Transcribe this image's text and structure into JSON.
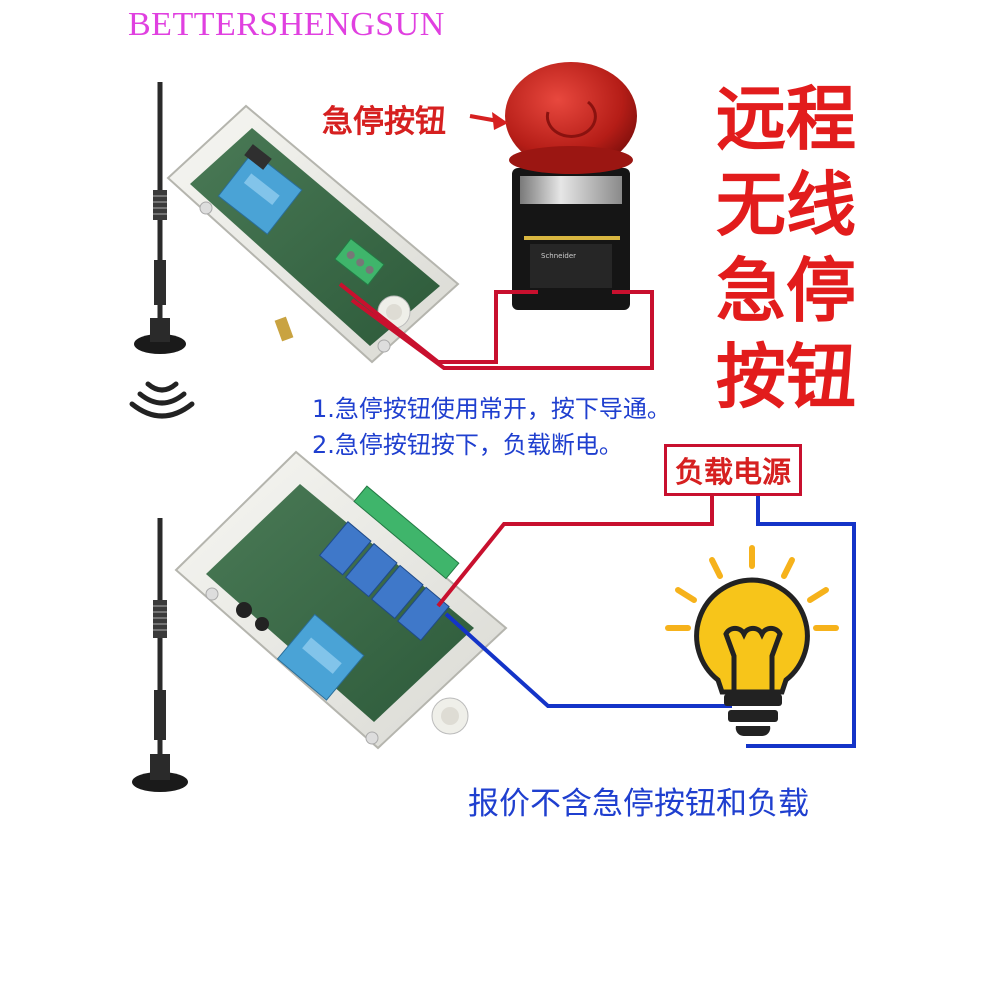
{
  "brand": "BETTERSHENGSUN",
  "estop_label": "急停按钮",
  "title_chars": [
    "远程",
    "无线",
    "急停",
    "按钮"
  ],
  "notes": [
    "1.急停按钮使用常开，按下导通。",
    "2.急停按钮按下，负载断电。"
  ],
  "load_power_label": "负载电源",
  "price_note": "报价不含急停按钮和负载",
  "colors": {
    "brand": "#e040e0",
    "title_red": "#e21c1c",
    "label_red": "#d62020",
    "note_blue": "#1f3fcf",
    "wire_red": "#c8102e",
    "wire_blue": "#1434c8",
    "bulb_yellow": "#f7c51a",
    "rays": "#f6b21b"
  },
  "icons": [
    "antenna-icon",
    "wireless-signal-icon",
    "emergency-stop-button-icon",
    "relay-module-icon",
    "light-bulb-icon"
  ]
}
